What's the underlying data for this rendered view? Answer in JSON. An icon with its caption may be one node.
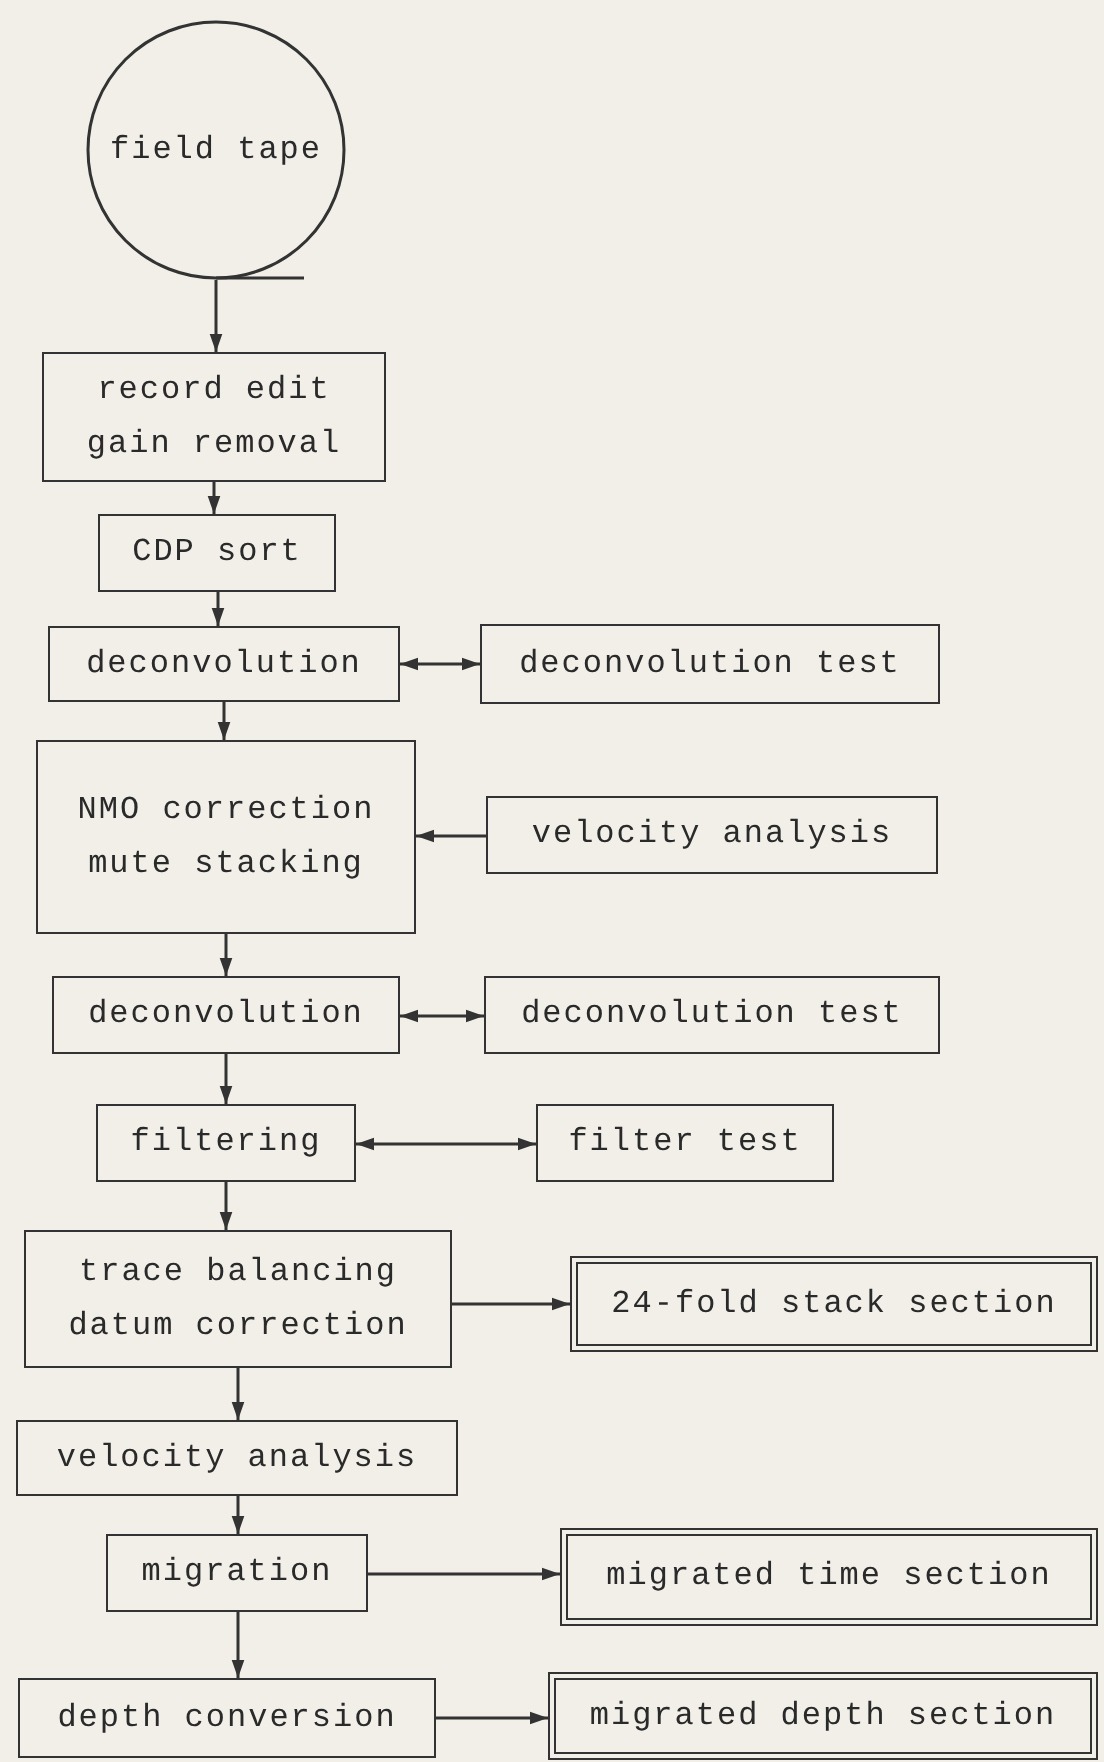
{
  "diagram": {
    "nodes": [
      {
        "text": [
          "field tape"
        ]
      },
      {
        "text": [
          "record edit gain removal"
        ]
      },
      {
        "text": [
          "CDP sort"
        ]
      },
      {
        "text": [
          "deconvolution"
        ]
      },
      {
        "text": [
          "deconvolution test"
        ]
      },
      {
        "text": [
          "NMO correction mute stacking"
        ]
      },
      {
        "text": [
          "velocity analysis"
        ]
      },
      {
        "text": [
          "deconvolution"
        ]
      },
      {
        "text": [
          "deconvolution test"
        ]
      },
      {
        "text": [
          "filtering"
        ]
      },
      {
        "text": [
          "filter test"
        ]
      },
      {
        "text": [
          "trace balancing datum correction"
        ]
      },
      {
        "text": [
          "24-fold stack section"
        ]
      },
      {
        "text": [
          "velocity analysis"
        ]
      },
      {
        "text": [
          "migration"
        ]
      },
      {
        "text": [
          "migrated time section"
        ]
      },
      {
        "text": [
          "depth conversion"
        ]
      },
      {
        "text": [
          "migrated depth section"
        ]
      }
    ],
    "edges": [
      {
        "from": 0,
        "to": 1,
        "arrow": "to"
      },
      {
        "from": 1,
        "to": 2,
        "arrow": "to"
      },
      {
        "from": 2,
        "to": 3,
        "arrow": "to"
      },
      {
        "from": 3,
        "to": 4,
        "arrow": "both"
      },
      {
        "from": 3,
        "to": 5,
        "arrow": "to"
      },
      {
        "from": 6,
        "to": 5,
        "arrow": "to"
      },
      {
        "from": 5,
        "to": 7,
        "arrow": "to"
      },
      {
        "from": 7,
        "to": 8,
        "arrow": "both"
      },
      {
        "from": 7,
        "to": 9,
        "arrow": "to"
      },
      {
        "from": 9,
        "to": 10,
        "arrow": "both"
      },
      {
        "from": 9,
        "to": 11,
        "arrow": "to"
      },
      {
        "from": 11,
        "to": 12,
        "arrow": "to"
      },
      {
        "from": 11,
        "to": 13,
        "arrow": "to"
      },
      {
        "from": 13,
        "to": 14,
        "arrow": "to"
      },
      {
        "from": 14,
        "to": 15,
        "arrow": "to"
      },
      {
        "from": 14,
        "to": 16,
        "arrow": "to"
      },
      {
        "from": 16,
        "to": 17,
        "arrow": "to"
      }
    ]
  }
}
